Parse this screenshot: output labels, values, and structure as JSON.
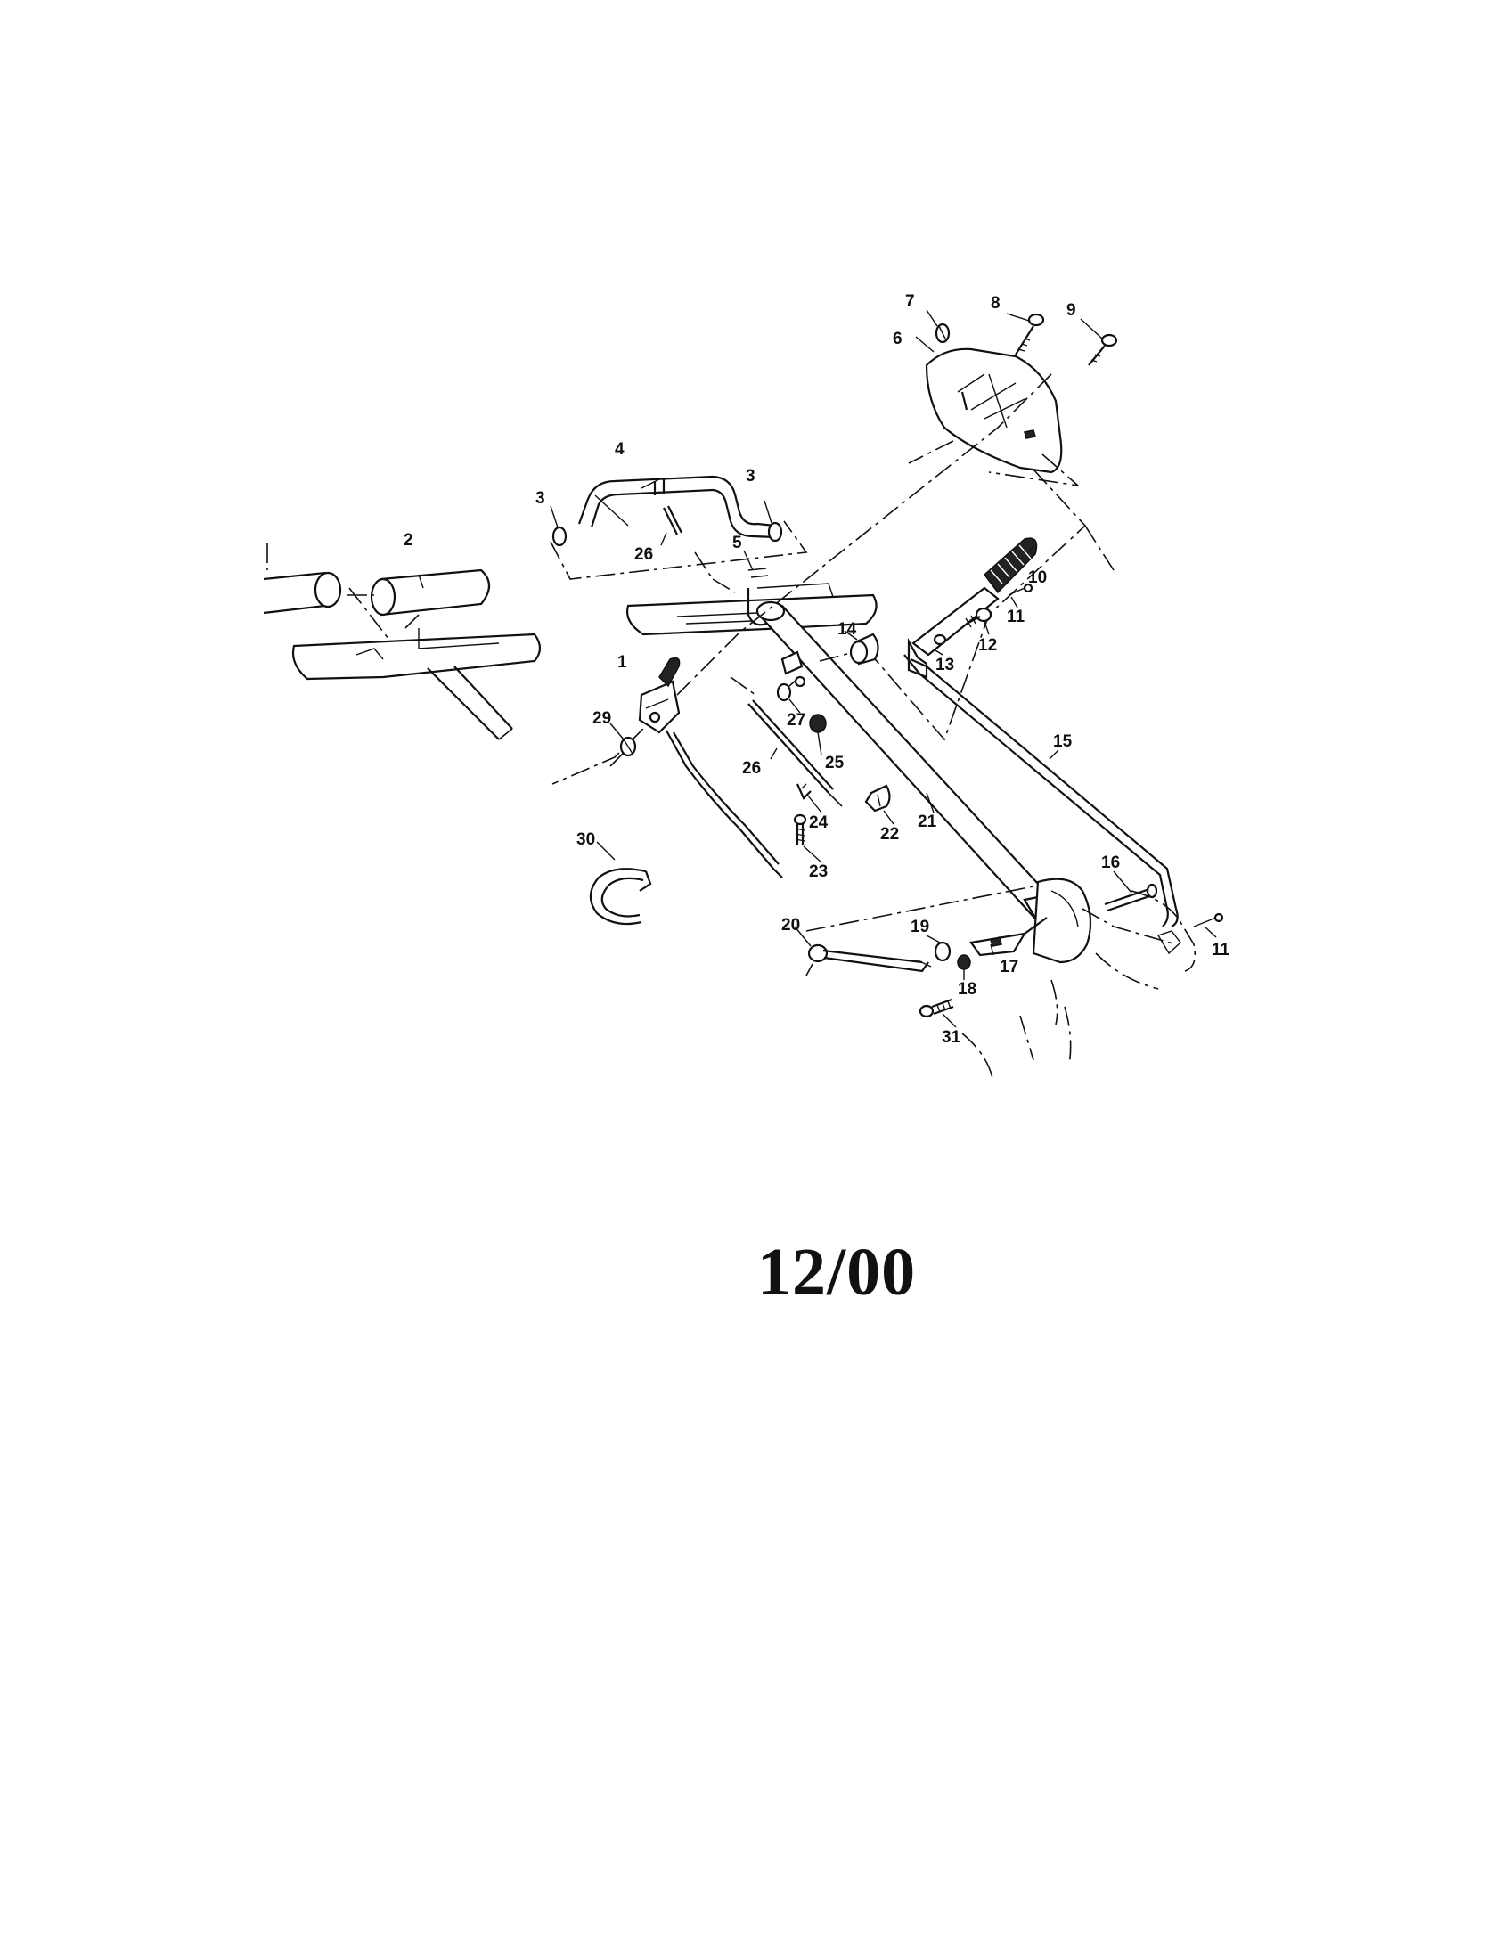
{
  "diagram": {
    "date_code": "12/00",
    "callouts": [
      {
        "id": "c1",
        "text": "1"
      },
      {
        "id": "c2",
        "text": "2"
      },
      {
        "id": "c3a",
        "text": "3"
      },
      {
        "id": "c3b",
        "text": "3"
      },
      {
        "id": "c4",
        "text": "4"
      },
      {
        "id": "c5",
        "text": "5"
      },
      {
        "id": "c6",
        "text": "6"
      },
      {
        "id": "c7",
        "text": "7"
      },
      {
        "id": "c8",
        "text": "8"
      },
      {
        "id": "c9",
        "text": "9"
      },
      {
        "id": "c10",
        "text": "10"
      },
      {
        "id": "c11a",
        "text": "11"
      },
      {
        "id": "c11b",
        "text": "11"
      },
      {
        "id": "c12",
        "text": "12"
      },
      {
        "id": "c13",
        "text": "13"
      },
      {
        "id": "c14",
        "text": "14"
      },
      {
        "id": "c15",
        "text": "15"
      },
      {
        "id": "c16",
        "text": "16"
      },
      {
        "id": "c17",
        "text": "17"
      },
      {
        "id": "c18",
        "text": "18"
      },
      {
        "id": "c19",
        "text": "19"
      },
      {
        "id": "c20",
        "text": "20"
      },
      {
        "id": "c21",
        "text": "21"
      },
      {
        "id": "c22",
        "text": "22"
      },
      {
        "id": "c23",
        "text": "23"
      },
      {
        "id": "c24",
        "text": "24"
      },
      {
        "id": "c25",
        "text": "25"
      },
      {
        "id": "c26a",
        "text": "26"
      },
      {
        "id": "c26b",
        "text": "26"
      },
      {
        "id": "c27",
        "text": "27"
      },
      {
        "id": "c29",
        "text": "29"
      },
      {
        "id": "c30",
        "text": "30"
      },
      {
        "id": "c31",
        "text": "31"
      }
    ]
  }
}
